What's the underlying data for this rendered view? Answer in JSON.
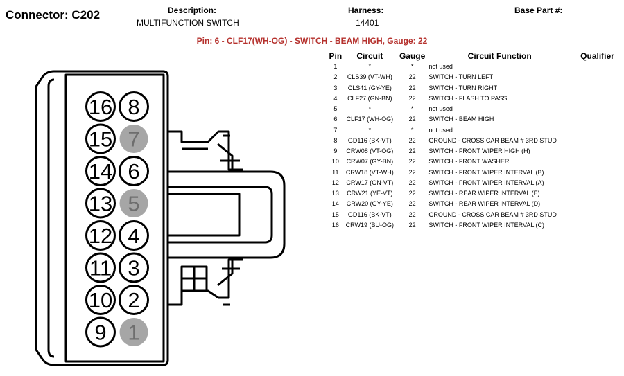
{
  "connector": {
    "title": "Connector: C202"
  },
  "description": {
    "label": "Description:",
    "value": "MULTIFUNCTION SWITCH"
  },
  "harness": {
    "label": "Harness:",
    "value": "14401"
  },
  "base_part": {
    "label": "Base Part #:",
    "value": ""
  },
  "selected_pin": {
    "text": "Pin: 6 - CLF17(WH-OG) - SWITCH - BEAM HIGH, Gauge: 22"
  },
  "colors": {
    "accent": "#b5312d",
    "unused_pin_fill": "#a6a6a6"
  },
  "table": {
    "headers": {
      "pin": "Pin",
      "circuit": "Circuit",
      "gauge": "Gauge",
      "function": "Circuit Function",
      "qualifier": "Qualifier"
    },
    "rows": [
      {
        "pin": "1",
        "circuit": "*",
        "gauge": "*",
        "function": "not used"
      },
      {
        "pin": "2",
        "circuit": "CLS39 (VT-WH)",
        "gauge": "22",
        "function": "SWITCH - TURN LEFT"
      },
      {
        "pin": "3",
        "circuit": "CLS41 (GY-YE)",
        "gauge": "22",
        "function": "SWITCH - TURN RIGHT"
      },
      {
        "pin": "4",
        "circuit": "CLF27 (GN-BN)",
        "gauge": "22",
        "function": "SWITCH - FLASH TO PASS"
      },
      {
        "pin": "5",
        "circuit": "*",
        "gauge": "*",
        "function": "not used"
      },
      {
        "pin": "6",
        "circuit": "CLF17 (WH-OG)",
        "gauge": "22",
        "function": "SWITCH - BEAM HIGH"
      },
      {
        "pin": "7",
        "circuit": "*",
        "gauge": "*",
        "function": "not used"
      },
      {
        "pin": "8",
        "circuit": "GD116 (BK-VT)",
        "gauge": "22",
        "function": "GROUND - CROSS CAR BEAM # 3RD STUD"
      },
      {
        "pin": "9",
        "circuit": "CRW08 (VT-OG)",
        "gauge": "22",
        "function": "SWITCH - FRONT WIPER HIGH (H)"
      },
      {
        "pin": "10",
        "circuit": "CRW07 (GY-BN)",
        "gauge": "22",
        "function": "SWITCH - FRONT WASHER"
      },
      {
        "pin": "11",
        "circuit": "CRW18 (VT-WH)",
        "gauge": "22",
        "function": "SWITCH - FRONT WIPER INTERVAL (B)"
      },
      {
        "pin": "12",
        "circuit": "CRW17 (GN-VT)",
        "gauge": "22",
        "function": "SWITCH - FRONT WIPER INTERVAL (A)"
      },
      {
        "pin": "13",
        "circuit": "CRW21 (YE-VT)",
        "gauge": "22",
        "function": "SWITCH - REAR WIPER INTERVAL (E)"
      },
      {
        "pin": "14",
        "circuit": "CRW20 (GY-YE)",
        "gauge": "22",
        "function": "SWITCH - REAR WIPER INTERVAL (D)"
      },
      {
        "pin": "15",
        "circuit": "GD116 (BK-VT)",
        "gauge": "22",
        "function": "GROUND - CROSS CAR BEAM # 3RD STUD"
      },
      {
        "pin": "16",
        "circuit": "CRW19 (BU-OG)",
        "gauge": "22",
        "function": "SWITCH - FRONT WIPER INTERVAL (C)"
      }
    ]
  },
  "connector_pins": [
    {
      "label": "16",
      "used": true
    },
    {
      "label": "8",
      "used": true
    },
    {
      "label": "15",
      "used": true
    },
    {
      "label": "7",
      "used": false
    },
    {
      "label": "14",
      "used": true
    },
    {
      "label": "6",
      "used": true
    },
    {
      "label": "13",
      "used": true
    },
    {
      "label": "5",
      "used": false
    },
    {
      "label": "12",
      "used": true
    },
    {
      "label": "4",
      "used": true
    },
    {
      "label": "11",
      "used": true
    },
    {
      "label": "3",
      "used": true
    },
    {
      "label": "10",
      "used": true
    },
    {
      "label": "2",
      "used": true
    },
    {
      "label": "9",
      "used": true
    },
    {
      "label": "1",
      "used": false
    }
  ]
}
